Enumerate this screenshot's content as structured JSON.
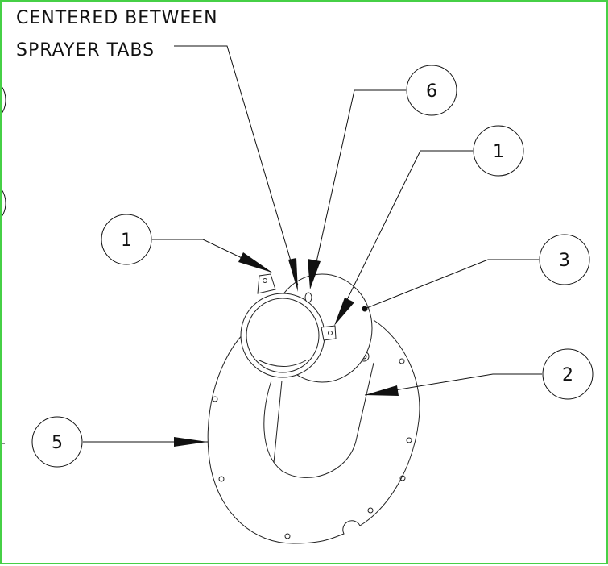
{
  "note": {
    "line1": "CENTERED BETWEEN",
    "line2": "SPRAYER TABS"
  },
  "balloons": [
    {
      "id": "b6",
      "label": "6"
    },
    {
      "id": "b1-upper-right",
      "label": "1"
    },
    {
      "id": "b1-left",
      "label": "1"
    },
    {
      "id": "b3",
      "label": "3"
    },
    {
      "id": "b2",
      "label": "2"
    },
    {
      "id": "b5",
      "label": "5"
    }
  ],
  "colors": {
    "frame": "#46d046",
    "line": "#111111"
  }
}
